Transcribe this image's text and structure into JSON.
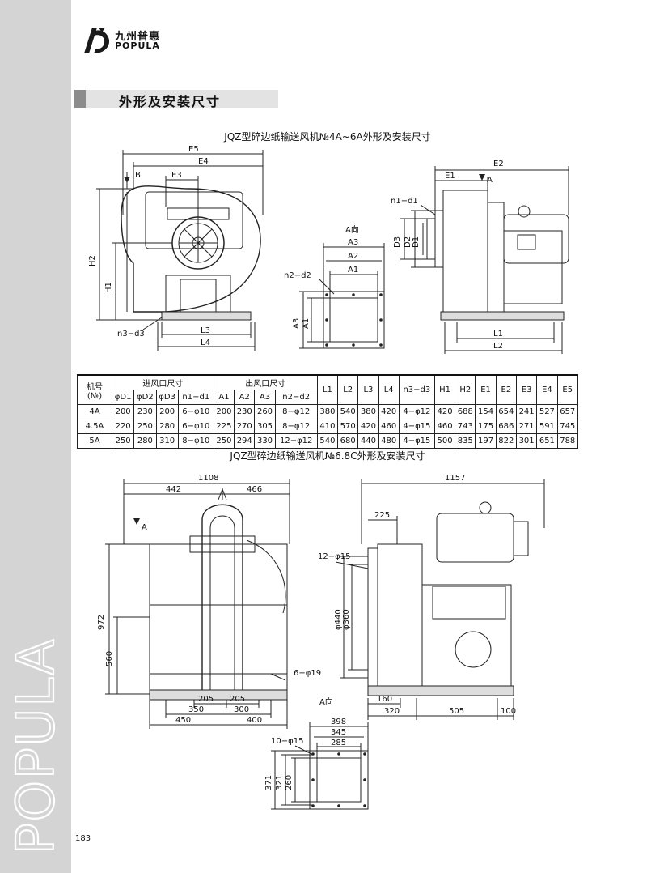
{
  "brand": {
    "name_cn": "九州普惠",
    "name_en": "POPULA",
    "side_word": "POPULA"
  },
  "section": {
    "title": "外形及安装尺寸"
  },
  "figure1": {
    "caption": "JQZ型碎边纸输送风机№4A~6A外形及安装尺寸",
    "labels": {
      "E5": "E5",
      "E4": "E4",
      "E3": "E3",
      "B": "B",
      "H2": "H2",
      "H1": "H1",
      "n3d3": "n3−d3",
      "L3": "L3",
      "L4": "L4",
      "view_a": "A向",
      "A3": "A3",
      "A2": "A2",
      "A1": "A1",
      "n2d2": "n2−d2",
      "E2": "E2",
      "E1": "E1",
      "A": "A",
      "n1d1": "n1−d1",
      "D3": "D3",
      "D2": "D2",
      "D1": "D1",
      "L1": "L1",
      "L2": "L2"
    }
  },
  "table": {
    "group_headers": {
      "model": "机号\n(№)",
      "inlet": "进风口尺寸",
      "outlet": "出风口尺寸"
    },
    "inlet_cols": [
      "φD1",
      "φD2",
      "φD3",
      "n1−d1"
    ],
    "outlet_cols": [
      "A1",
      "A2",
      "A3",
      "n2−d2"
    ],
    "other_cols": [
      "L1",
      "L2",
      "L3",
      "L4",
      "n3−d3",
      "H1",
      "H2",
      "E1",
      "E2",
      "E3",
      "E4",
      "E5"
    ],
    "rows": [
      [
        "4A",
        "200",
        "230",
        "200",
        "6−φ10",
        "200",
        "230",
        "260",
        "8−φ12",
        "380",
        "540",
        "380",
        "420",
        "4−φ12",
        "420",
        "688",
        "154",
        "654",
        "241",
        "527",
        "657"
      ],
      [
        "4.5A",
        "220",
        "250",
        "280",
        "6−φ10",
        "225",
        "270",
        "305",
        "8−φ12",
        "410",
        "570",
        "420",
        "460",
        "4−φ15",
        "460",
        "743",
        "175",
        "686",
        "271",
        "591",
        "745"
      ],
      [
        "5A",
        "250",
        "280",
        "310",
        "8−φ10",
        "250",
        "294",
        "330",
        "12−φ12",
        "540",
        "680",
        "440",
        "480",
        "4−φ15",
        "500",
        "835",
        "197",
        "822",
        "301",
        "651",
        "788"
      ]
    ]
  },
  "figure2": {
    "caption": "JQZ型碎边纸输送风机№6.8C外形及安装尺寸",
    "labels": {
      "d1108": "1108",
      "d442": "442",
      "d466": "466",
      "A": "A",
      "d972": "972",
      "d560": "560",
      "h6phi19": "6−φ19",
      "d205a": "205",
      "d205b": "205",
      "d350": "350",
      "d300": "300",
      "d450": "450",
      "d400": "400",
      "d1157": "1157",
      "d225": "225",
      "h12phi15": "12−φ15",
      "d440": "φ440",
      "d360": "φ360",
      "d160": "160",
      "d320": "320",
      "d505": "505",
      "d100": "100",
      "view_a": "A向",
      "d398": "398",
      "d345": "345",
      "d285": "285",
      "h10phi15": "10−φ15",
      "d371": "371",
      "d321": "321",
      "d260": "260"
    }
  },
  "page": {
    "number": "183"
  }
}
